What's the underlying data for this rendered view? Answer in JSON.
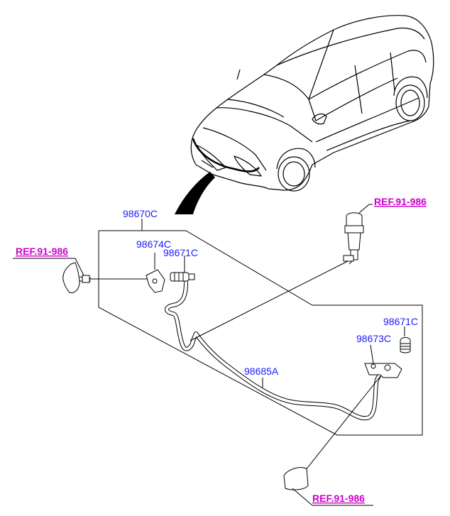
{
  "diagram": {
    "labels": {
      "assembly": "98670C",
      "bracket": "98674C",
      "nozzle_left": "98671C",
      "nozzle_right": "98671C",
      "bracket_right": "98673C",
      "hose": "98685A"
    },
    "refs": {
      "top_right": "REF.91-986",
      "left": "REF.91-986",
      "bottom": "REF.91-986"
    },
    "colors": {
      "part_number": "#1a1aff",
      "reference": "#cc00cc",
      "line": "#000000"
    }
  }
}
